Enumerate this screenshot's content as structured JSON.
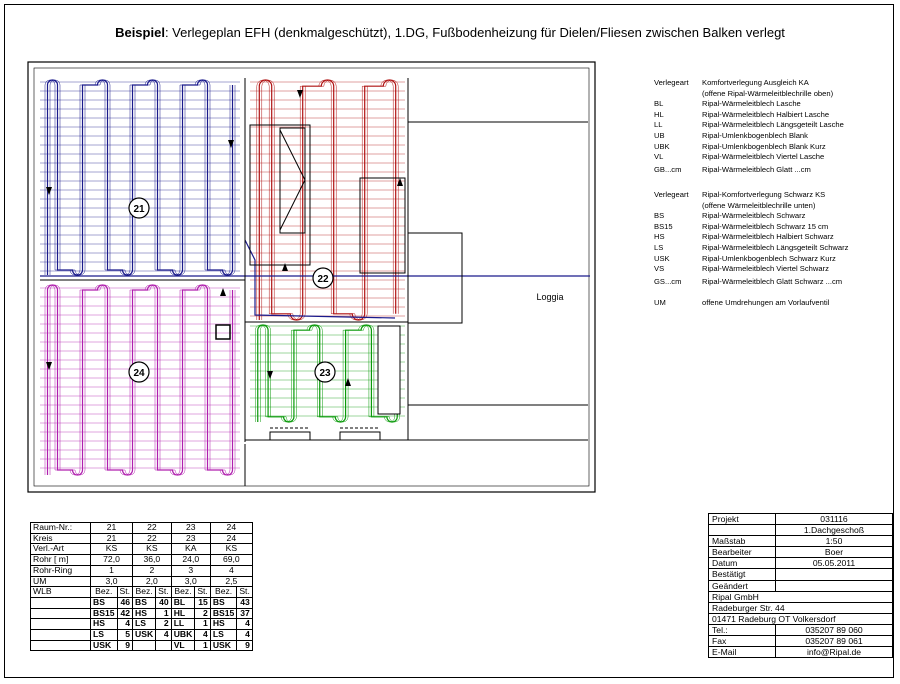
{
  "title": {
    "prefix": "Beispiel",
    "rest": ": Verlegeplan EFH (denkmalgeschützt), 1.DG, Fußbodenheizung für Dielen/Fliesen zwischen Balken verlegt"
  },
  "colors": {
    "room21": "#1a1a8c",
    "room22": "#b01414",
    "room23": "#0a9a0a",
    "room24": "#b01fae",
    "wall": "#000000"
  },
  "rooms": [
    {
      "id": "room-21",
      "label": "21"
    },
    {
      "id": "room-22",
      "label": "22"
    },
    {
      "id": "room-23",
      "label": "23"
    },
    {
      "id": "room-24",
      "label": "24"
    }
  ],
  "loggia": "Loggia",
  "legend_a": [
    {
      "key": "Verlegeart",
      "value": "Komfortverlegung Ausgleich KA"
    },
    {
      "key": "",
      "value": "(offene Ripal-Wärmeleitblechrille oben)"
    },
    {
      "key": "BL",
      "value": "Ripal-Wärmeleitblech Lasche"
    },
    {
      "key": "HL",
      "value": "Ripal-Wärmeleitblech Halbiert Lasche"
    },
    {
      "key": "LL",
      "value": "Ripal-Wärmeleitblech Längsgeteilt Lasche"
    },
    {
      "key": "UB",
      "value": "Ripal-Umlenkbogenblech Blank"
    },
    {
      "key": "UBK",
      "value": "Ripal-Umlenkbogenblech Blank Kurz"
    },
    {
      "key": "VL",
      "value": "Ripal-Wärmeleitblech Viertel Lasche"
    },
    {
      "key": "GB...cm",
      "value": "Ripal-Wärmeleitblech Glatt ...cm"
    }
  ],
  "legend_b": [
    {
      "key": "Verlegeart",
      "value": "Ripal-Komfortverlegung Schwarz KS"
    },
    {
      "key": "",
      "value": "(offene Wärmeleitblechrille unten)"
    },
    {
      "key": "BS",
      "value": "Ripal-Wärmeleitblech Schwarz"
    },
    {
      "key": "BS15",
      "value": "Ripal-Wärmeleitblech Schwarz 15 cm"
    },
    {
      "key": "HS",
      "value": "Ripal-Wärmeleitblech Halbiert Schwarz"
    },
    {
      "key": "LS",
      "value": "Ripal-Wärmeleitblech Längsgeteilt Schwarz"
    },
    {
      "key": "USK",
      "value": "Ripal-Umlenkbogenblech Schwarz Kurz"
    },
    {
      "key": "VS",
      "value": "Ripal-Wärmeleitblech Viertel Schwarz"
    },
    {
      "key": "GS...cm",
      "value": "Ripal-Wärmeleitblech Glatt Schwarz ...cm"
    }
  ],
  "legend_um": {
    "key": "UM",
    "value": "offene Umdrehungen am Vorlaufventil"
  },
  "room_table": {
    "rows": [
      {
        "label": "Raum-Nr.:",
        "values": [
          "21",
          "22",
          "23",
          "24"
        ]
      },
      {
        "label": "Kreis",
        "values": [
          "21",
          "22",
          "23",
          "24"
        ]
      },
      {
        "label": "Verl.-Art",
        "values": [
          "KS",
          "KS",
          "KA",
          "KS"
        ]
      },
      {
        "label": "Rohr [ m]",
        "values": [
          "72,0",
          "36,0",
          "24,0",
          "69,0"
        ]
      },
      {
        "label": "Rohr-Ring",
        "values": [
          "1",
          "2",
          "3",
          "4"
        ]
      },
      {
        "label": "UM",
        "values": [
          "3,0",
          "2,0",
          "3,0",
          "2,5"
        ]
      }
    ],
    "wlb_label": "WLB",
    "sub_headers": [
      "Bez.",
      "St."
    ],
    "wlb": [
      [
        [
          "BS",
          "46"
        ],
        [
          "BS",
          "40"
        ],
        [
          "BL",
          "15"
        ],
        [
          "BS",
          "43"
        ]
      ],
      [
        [
          "BS15",
          "42"
        ],
        [
          "HS",
          "1"
        ],
        [
          "HL",
          "2"
        ],
        [
          "BS15",
          "37"
        ]
      ],
      [
        [
          "HS",
          "4"
        ],
        [
          "LS",
          "2"
        ],
        [
          "LL",
          "1"
        ],
        [
          "HS",
          "4"
        ]
      ],
      [
        [
          "LS",
          "5"
        ],
        [
          "USK",
          "4"
        ],
        [
          "UBK",
          "4"
        ],
        [
          "LS",
          "4"
        ]
      ],
      [
        [
          "USK",
          "9"
        ],
        [
          "",
          ""
        ],
        [
          "VL",
          "1"
        ],
        [
          "USK",
          "9"
        ]
      ]
    ]
  },
  "project_table": [
    {
      "key": "Projekt",
      "value": "031116"
    },
    {
      "key": "",
      "value": "1.Dachgeschoß"
    },
    {
      "key": "Maßstab",
      "value": "1:50"
    },
    {
      "key": "Bearbeiter",
      "value": "Boer"
    },
    {
      "key": "Datum",
      "value": "05.05.2011"
    },
    {
      "key": "Bestätigt",
      "value": ""
    },
    {
      "key": "Geändert",
      "value": ""
    },
    {
      "key": "Ripal GmbH",
      "value": ""
    },
    {
      "key": "Radeburger Str. 44",
      "value": ""
    },
    {
      "key": "01471 Radeburg OT Volkersdorf",
      "value": ""
    },
    {
      "key": "Tel.:",
      "value": "035207 89 060"
    },
    {
      "key": "Fax",
      "value": "035207 89 061"
    },
    {
      "key": "E-Mail",
      "value": "info@Ripal.de"
    }
  ]
}
